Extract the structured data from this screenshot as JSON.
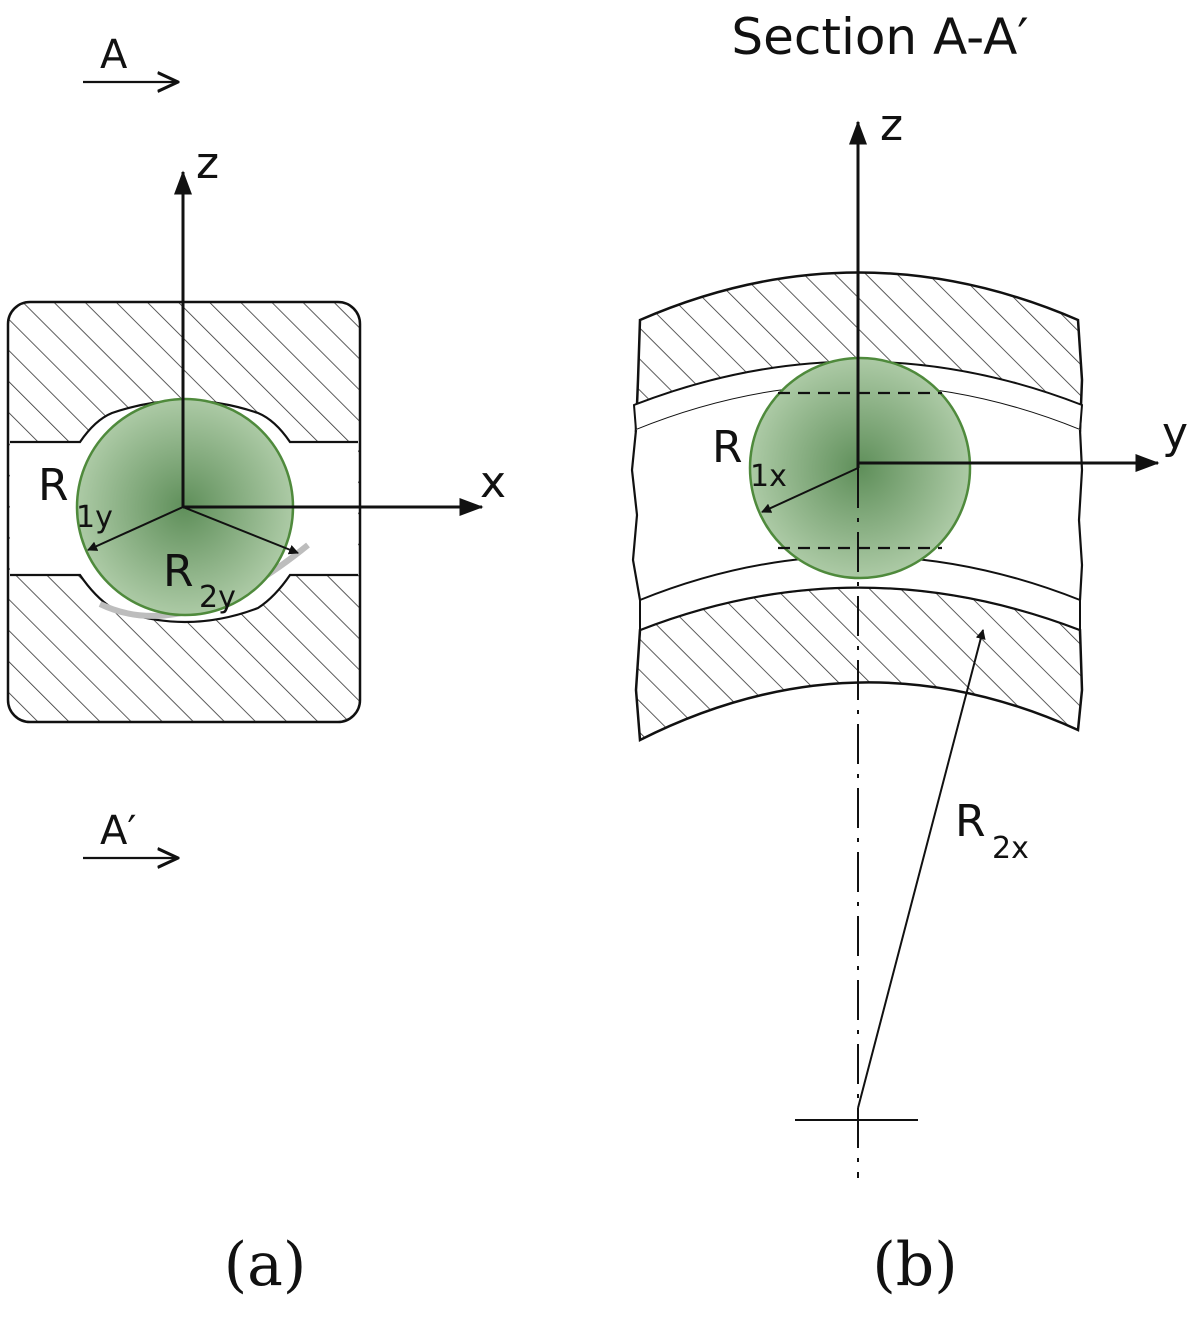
{
  "colors": {
    "line": "#111111",
    "hatch": "#333333",
    "ball_fill": "#8fb889",
    "ball_center": "#5f8f5a",
    "ball_stroke": "#4f8a3c",
    "bg": "#ffffff"
  },
  "panel_a": {
    "section_mark_top": "A",
    "section_mark_bottom": "A′",
    "axis_z": "z",
    "axis_x": "x",
    "r1y_main": "R",
    "r1y_sub": "1y",
    "r2y_main": "R",
    "r2y_sub": "2y",
    "caption": "(a)"
  },
  "panel_b": {
    "title": "Section A-A′",
    "axis_z": "z",
    "axis_y": "y",
    "r1x_main": "R",
    "r1x_sub": "1x",
    "r2x_main": "R",
    "r2x_sub": "2x",
    "caption": "(b)"
  }
}
